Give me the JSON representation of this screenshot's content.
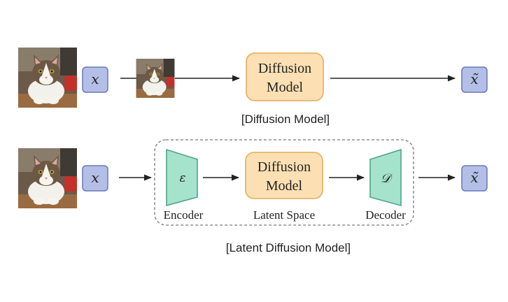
{
  "row1": {
    "input_label": "x",
    "model_line1": "Diffusion",
    "model_line2": "Model",
    "output_label": "x̃",
    "caption": "[Diffusion Model]"
  },
  "row2": {
    "input_label": "x",
    "encoder_symbol": "ε",
    "model_line1": "Diffusion",
    "model_line2": "Model",
    "decoder_symbol": "𝒟",
    "output_label": "x̃",
    "encoder_label": "Encoder",
    "latent_label": "Latent Space",
    "decoder_label": "Decoder",
    "caption": "[Latent Diffusion Model]"
  },
  "colors": {
    "var_box_fill": "#b4bfe8",
    "var_box_stroke": "#6b78b8",
    "model_fill": "#fce0b3",
    "model_stroke": "#e8b36a",
    "trapezoid_fill": "#a6e3cc",
    "trapezoid_stroke": "#4fa489",
    "arrow": "#222222",
    "dashed_frame": "#777777"
  },
  "icons": {
    "input_image": "cat-photo",
    "noisy_image": "cat-photo-small"
  }
}
